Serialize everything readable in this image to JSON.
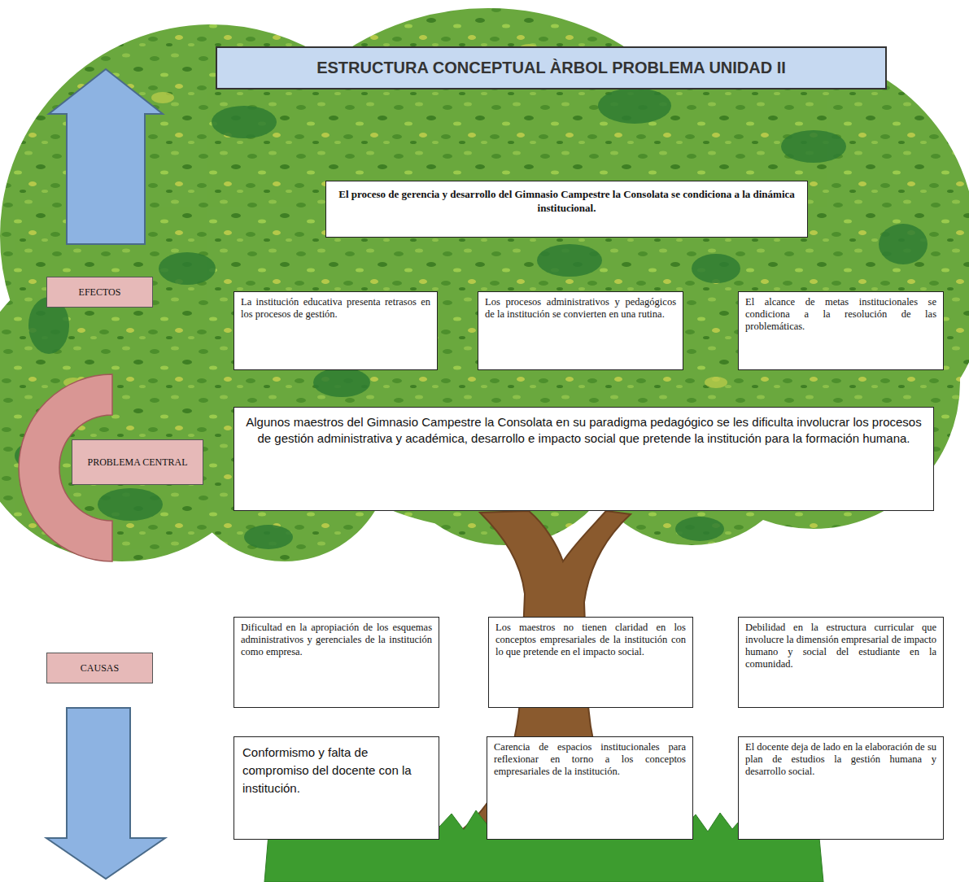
{
  "diagram": {
    "title": "ESTRUCTURA CONCEPTUAL ÀRBOL PROBLEMA UNIDAD II",
    "nodes": [
      {
        "text": [
          "El proceso de gerencia y desarrollo del Gimnasio Campestre la Consolata se condiciona a la dinámica institucional."
        ]
      },
      {
        "text": [
          "EFECTOS"
        ]
      },
      {
        "text": [
          "La institución educativa presenta retrasos en los procesos de gestión."
        ]
      },
      {
        "text": [
          "Los procesos administrativos y pedagógicos de la institución se convierten en una rutina."
        ]
      },
      {
        "text": [
          "El alcance de metas institucionales se condiciona a la resolución de las problemáticas."
        ]
      },
      {
        "text": [
          "PROBLEMA CENTRAL"
        ]
      },
      {
        "text": [
          "Algunos maestros del Gimnasio Campestre la Consolata en su paradigma pedagógico se les dificulta involucrar los procesos de gestión administrativa y académica, desarrollo e impacto social que pretende la institución para la formación humana."
        ]
      },
      {
        "text": [
          "CAUSAS"
        ]
      },
      {
        "text": [
          "Dificultad en la apropiación de los esquemas administrativos y gerenciales de la institución como empresa."
        ]
      },
      {
        "text": [
          "Los maestros no tienen claridad en los conceptos empresariales de la institución con lo que pretende en el impacto social."
        ]
      },
      {
        "text": [
          "Debilidad en la estructura curricular que involucre la dimensión empresarial de impacto humano y social del estudiante en la comunidad."
        ]
      },
      {
        "text": [
          "Conformismo y falta de compromiso del docente con la institución."
        ]
      },
      {
        "text": [
          "Carencia de espacios institucionales para reflexionar en torno a los conceptos empresariales de la institución."
        ]
      },
      {
        "text": [
          "El docente deja de lado en la elaboración de su plan de estudios la gestión humana y desarrollo social."
        ]
      }
    ]
  }
}
